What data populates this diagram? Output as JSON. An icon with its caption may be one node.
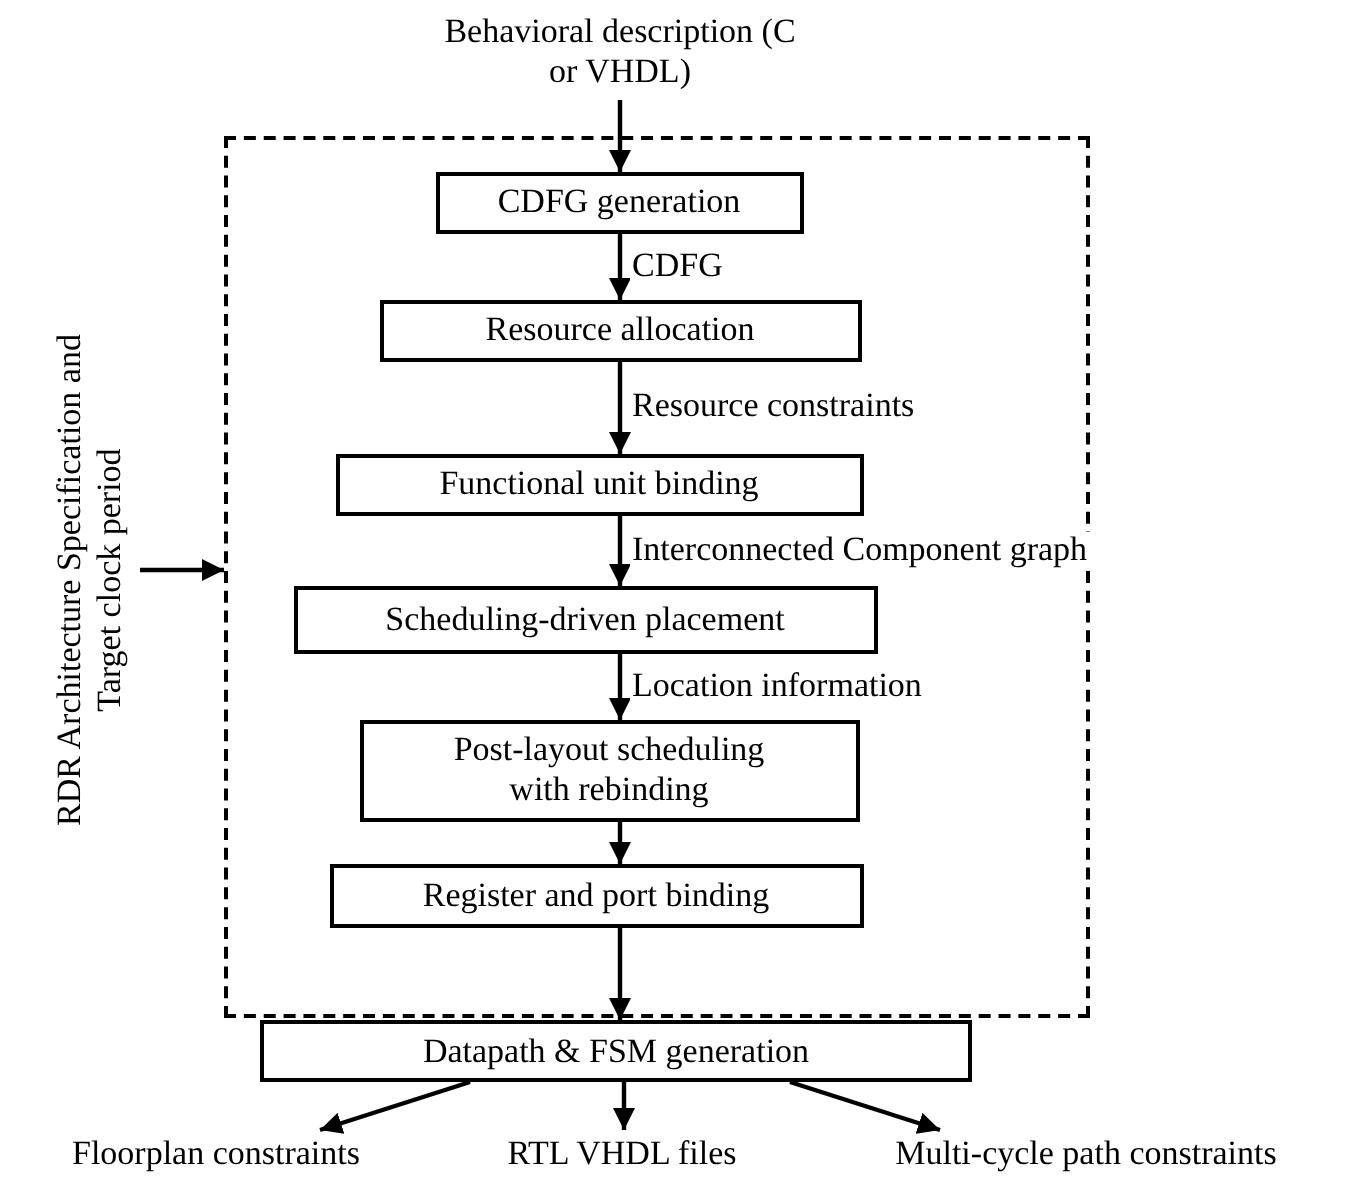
{
  "diagram": {
    "nodes": [
      {
        "text": [
          "Behavioral description (C or VHDL)"
        ]
      },
      {
        "text": [
          "RDR Architecture Specification and Target clock period"
        ]
      },
      {
        "text": [],
        "shape": "box"
      },
      {
        "text": [
          "CDFG generation"
        ],
        "in": 2
      },
      {
        "text": [
          "Resource allocation"
        ],
        "in": 2
      },
      {
        "text": [
          "Functional unit binding"
        ],
        "in": 2
      },
      {
        "text": [
          "Scheduling-driven placement"
        ],
        "in": 2
      },
      {
        "text": [
          "Post-layout scheduling with rebinding"
        ],
        "in": 2
      },
      {
        "text": [
          "Register and port binding"
        ],
        "in": 2
      },
      {
        "text": [
          "Datapath & FSM generation"
        ]
      },
      {
        "text": [
          "Floorplan constraints"
        ]
      },
      {
        "text": [
          "RTL VHDL files"
        ]
      },
      {
        "text": [
          "Multi-cycle path constraints"
        ]
      }
    ],
    "edges": [
      {
        "from": 0,
        "to": 3,
        "arrow": "to"
      },
      {
        "from": 1,
        "to": 2,
        "arrow": "to"
      },
      {
        "from": 3,
        "to": 4,
        "arrow": "to",
        "label": "CDFG"
      },
      {
        "from": 4,
        "to": 5,
        "arrow": "to",
        "label": "Resource constraints"
      },
      {
        "from": 5,
        "to": 6,
        "arrow": "to",
        "label": "Interconnected Component graph"
      },
      {
        "from": 6,
        "to": 7,
        "arrow": "to",
        "label": "Location information"
      },
      {
        "from": 7,
        "to": 8,
        "arrow": "to"
      },
      {
        "from": 8,
        "to": 9,
        "arrow": "to"
      },
      {
        "from": 9,
        "to": 10,
        "arrow": "to"
      },
      {
        "from": 9,
        "to": 11,
        "arrow": "to"
      },
      {
        "from": 9,
        "to": 12,
        "arrow": "to"
      }
    ]
  }
}
